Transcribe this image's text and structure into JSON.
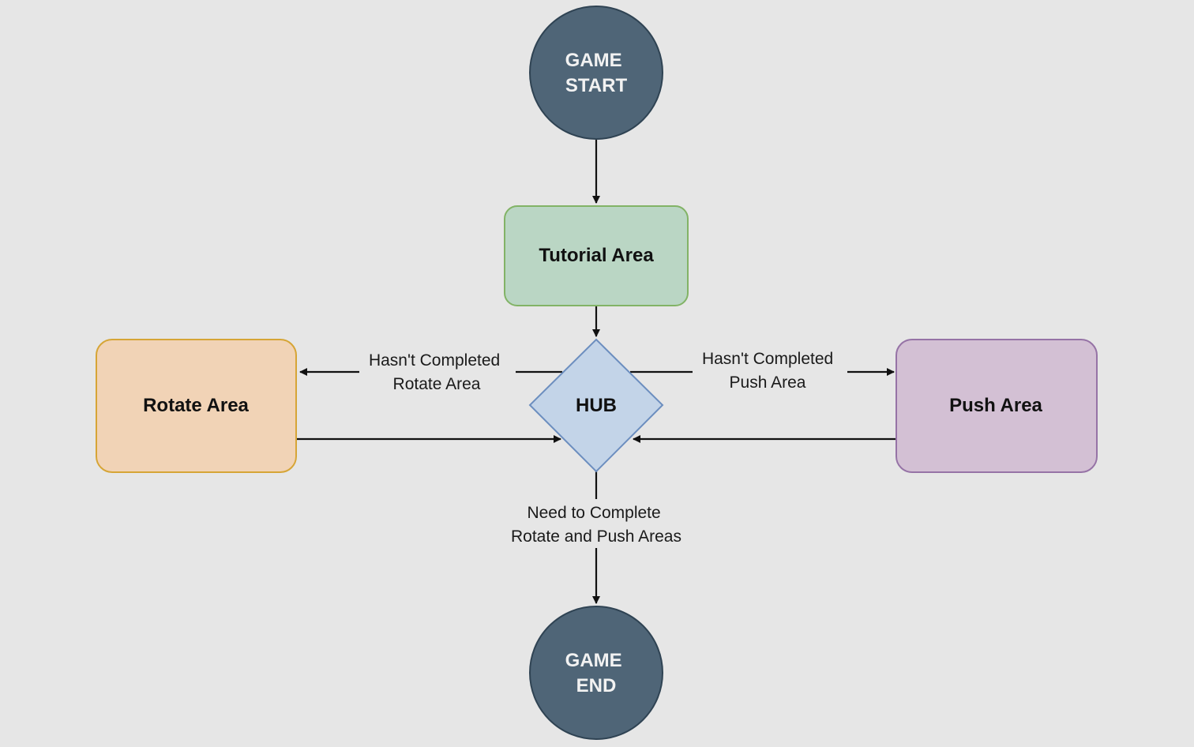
{
  "nodes": {
    "game_start": {
      "line1": "GAME",
      "line2": "START"
    },
    "tutorial": {
      "label": "Tutorial Area"
    },
    "hub": {
      "label": "HUB"
    },
    "rotate": {
      "label": "Rotate Area"
    },
    "push": {
      "label": "Push Area"
    },
    "game_end": {
      "line1": "GAME",
      "line2": "END"
    }
  },
  "edges": {
    "hub_to_rotate": {
      "line1": "Hasn't Completed",
      "line2": "Rotate Area"
    },
    "hub_to_push": {
      "line1": "Hasn't Completed",
      "line2": "Push Area"
    },
    "hub_to_end": {
      "line1": "Need to Complete",
      "line2": "Rotate and Push Areas"
    }
  },
  "colors": {
    "background": "#e6e6e6",
    "terminal_fill": "#4f6577",
    "terminal_stroke": "#2f4353",
    "tutorial_fill": "#bad6c4",
    "tutorial_stroke": "#82b366",
    "hub_fill": "#c3d4e8",
    "hub_stroke": "#6c8ebf",
    "rotate_fill": "#f1d3b6",
    "rotate_stroke": "#d6a536",
    "push_fill": "#d3c0d4",
    "push_stroke": "#9673a6",
    "edge": "#111111"
  }
}
